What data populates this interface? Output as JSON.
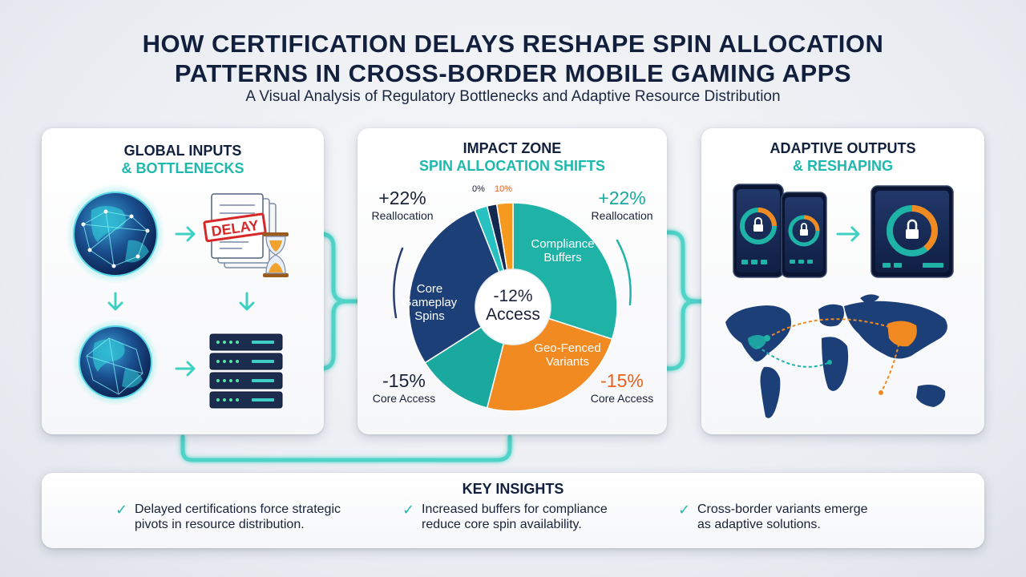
{
  "header": {
    "title_line1": "HOW CERTIFICATION DELAYS RESHAPE SPIN ALLOCATION",
    "title_line2": "PATTERNS IN CROSS-BORDER MOBILE GAMING APPS",
    "subtitle": "A Visual Analysis of Regulatory Bottlenecks and Adaptive Resource Distribution"
  },
  "panels": {
    "left": {
      "title_line1": "GLOBAL INPUTS",
      "title_line2": "& BOTTLENECKS",
      "delay_stamp": "DELAY"
    },
    "middle": {
      "title_line1": "IMPACT ZONE",
      "title_line2": "SPIN ALLOCATION SHIFTS",
      "stat_top_left": {
        "value": "+22%",
        "label": "Reallocation"
      },
      "stat_top_right": {
        "value": "+22%",
        "label": "Reallocation"
      },
      "stat_bottom_left": {
        "value": "-15%",
        "label": "Core Access"
      },
      "stat_bottom_right": {
        "value": "-15%",
        "label": "Core Access"
      },
      "center_value": "-12%",
      "center_label": "Access",
      "pct_zero": "0%",
      "pct_ten": "10%"
    },
    "right": {
      "title_line1": "ADAPTIVE OUTPUTS",
      "title_line2": "& RESHAPING"
    }
  },
  "chart_data": {
    "type": "pie",
    "title": "",
    "segments": [
      {
        "name": "Compliance Buffers",
        "value": 30,
        "color": "#1fb3a8"
      },
      {
        "name": "Geo-Fenced Variants",
        "value": 24,
        "color": "#f28a22"
      },
      {
        "name": "",
        "value": 12,
        "color": "#19a99f"
      },
      {
        "name": "Core Gameplay Spins",
        "value": 28,
        "color": "#1d3f78"
      },
      {
        "name": "",
        "value": 2,
        "color": "#26c1c0"
      },
      {
        "name": "",
        "value": 1.5,
        "color": "#13284f"
      },
      {
        "name": "",
        "value": 2.5,
        "color": "#f59a1e"
      }
    ],
    "labels": {
      "core": [
        "Core",
        "Gameplay",
        "Spins"
      ],
      "compliance": [
        "Compliance",
        "Buffers"
      ],
      "geo": [
        "Geo-Fenced",
        "Variants"
      ]
    }
  },
  "insights": {
    "title": "KEY INSIGHTS",
    "items": [
      {
        "line1": "Delayed certifications force strategic",
        "line2": "pivots in resource distribution."
      },
      {
        "line1": "Increased buffers for compliance",
        "line2": "reduce core spin availability."
      },
      {
        "line1": "Cross-border variants emerge",
        "line2": "as adaptive solutions."
      }
    ]
  },
  "colors": {
    "navy": "#12203d",
    "teal": "#1fb8ad",
    "orange": "#f28a22"
  }
}
